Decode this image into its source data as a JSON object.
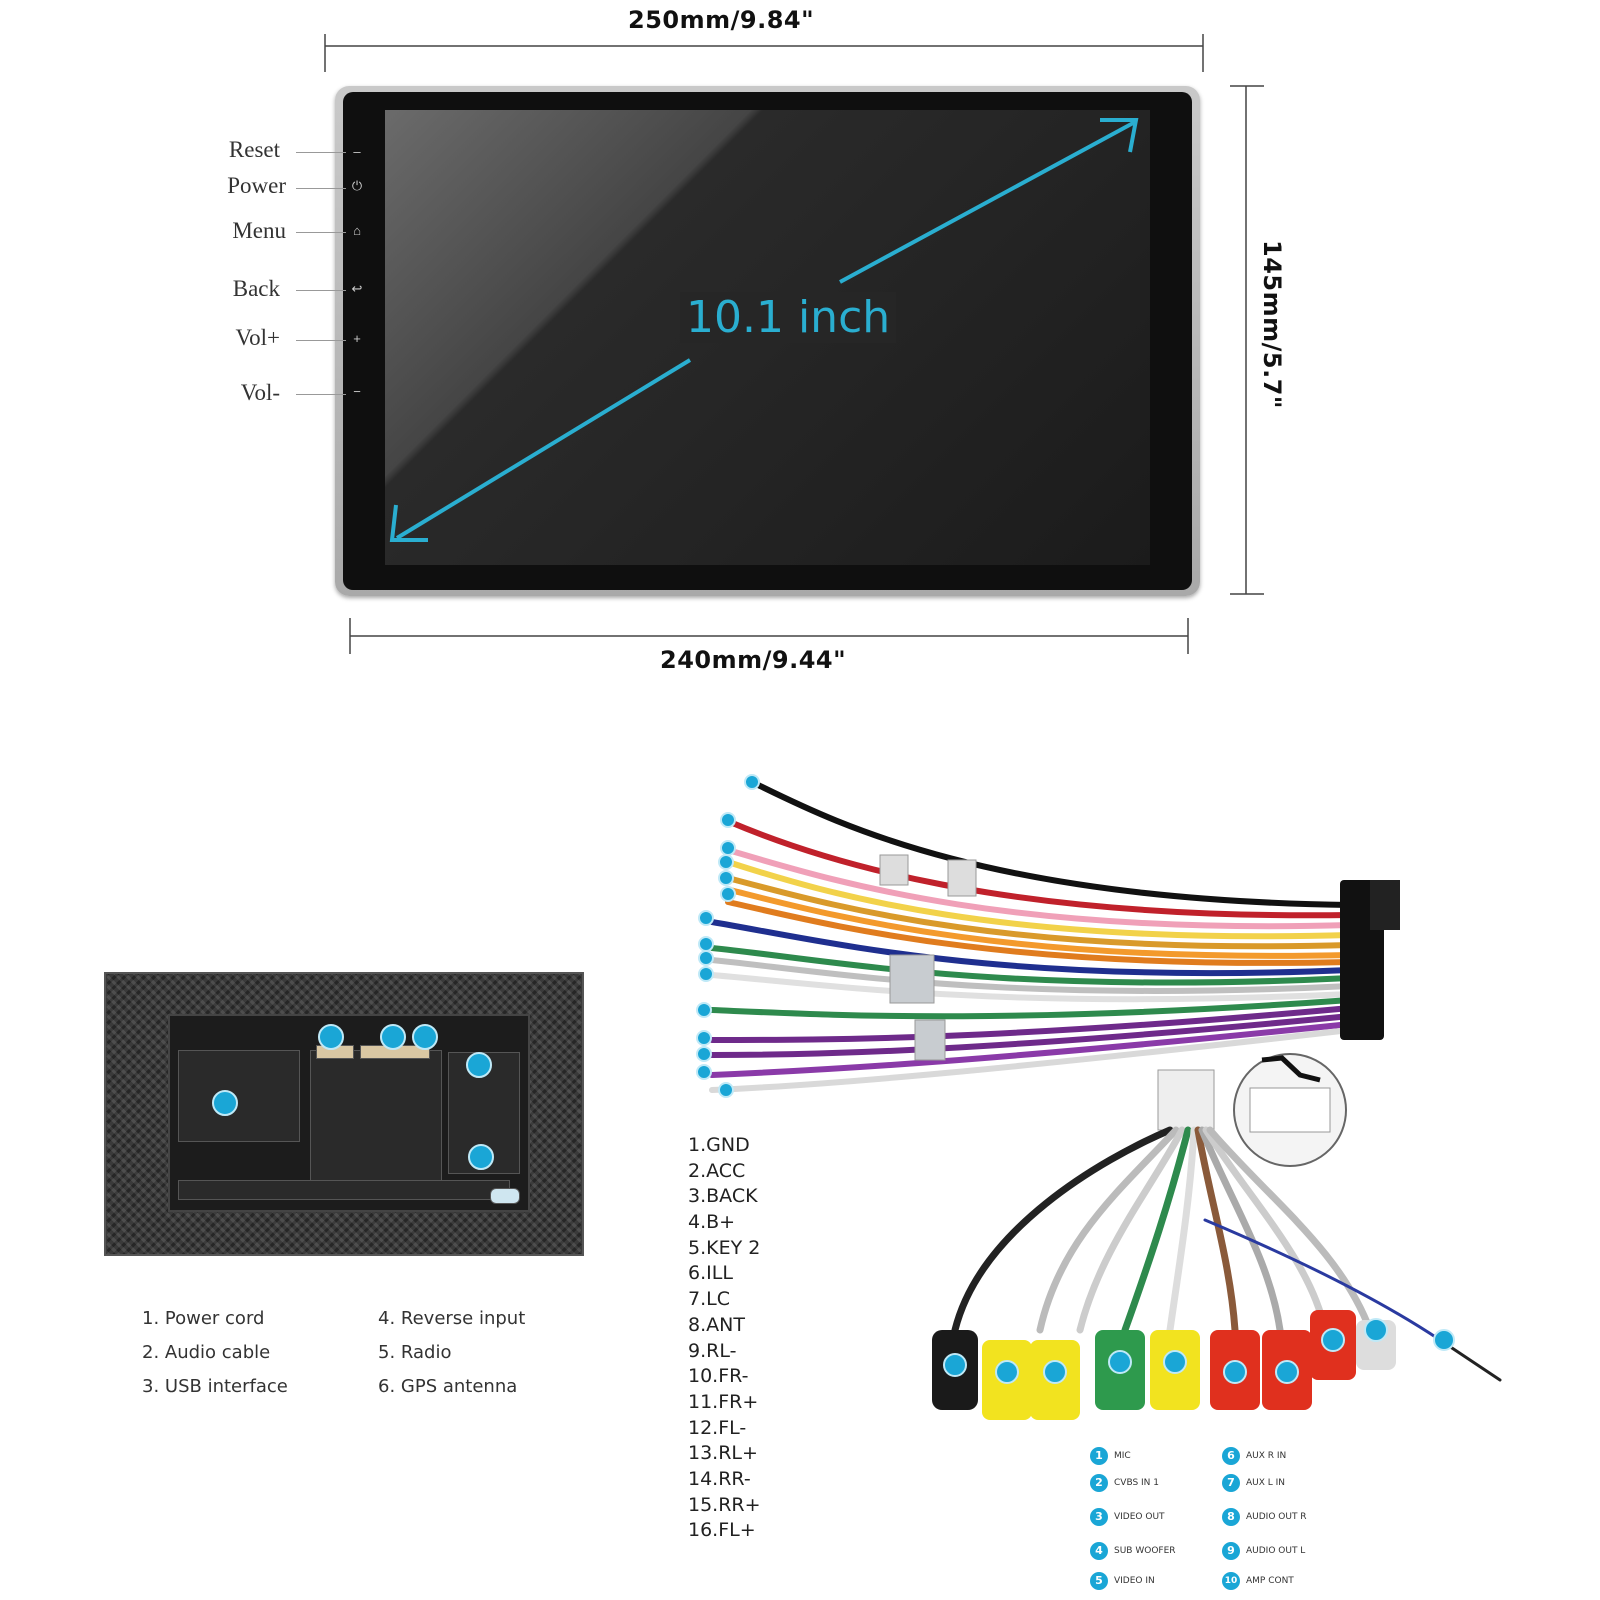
{
  "dimensions": {
    "top_width": "250mm/9.84\"",
    "bottom_width": "240mm/9.44\"",
    "height": "145mm/5.7\""
  },
  "screen": {
    "size_label": "10.1 inch",
    "accent_color": "#2aaed0"
  },
  "side_buttons": [
    {
      "label": "Reset"
    },
    {
      "label": "Power"
    },
    {
      "label": "Menu"
    },
    {
      "label": "Back"
    },
    {
      "label": "Vol+"
    },
    {
      "label": "Vol-"
    }
  ],
  "back_ports": [
    {
      "label": "1. Power cord"
    },
    {
      "label": "2. Audio cable"
    },
    {
      "label": "3. USB interface"
    },
    {
      "label": "4. Reverse input"
    },
    {
      "label": "5. Radio"
    },
    {
      "label": "6. GPS antenna"
    }
  ],
  "harness_pins": [
    "1.GND",
    "2.ACC",
    "3.BACK",
    "4.B+",
    "5.KEY 2",
    "6.ILL",
    "7.LC",
    "8.ANT",
    "9.RL-",
    "10.FR-",
    "11.FR+",
    "12.FL-",
    "13.RL+",
    "14.RR-",
    "15.RR+",
    "16.FL+"
  ],
  "rca_legend": [
    {
      "num": "1",
      "label": "MIC"
    },
    {
      "num": "2",
      "label": "CVBS IN 1"
    },
    {
      "num": "3",
      "label": "VIDEO OUT"
    },
    {
      "num": "4",
      "label": "SUB WOOFER"
    },
    {
      "num": "5",
      "label": "VIDEO IN"
    },
    {
      "num": "6",
      "label": "AUX R IN"
    },
    {
      "num": "7",
      "label": "AUX L IN"
    },
    {
      "num": "8",
      "label": "AUDIO OUT R"
    },
    {
      "num": "9",
      "label": "AUDIO OUT L"
    },
    {
      "num": "10",
      "label": "AMP CONT"
    }
  ]
}
